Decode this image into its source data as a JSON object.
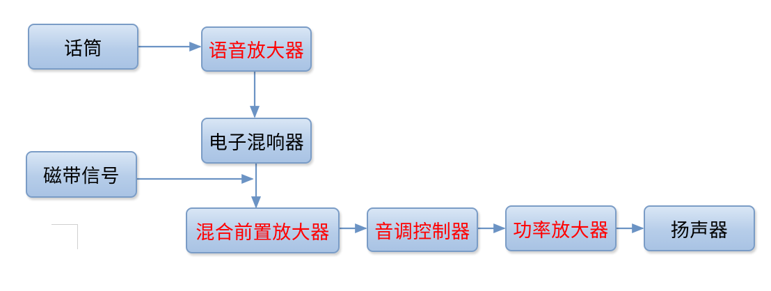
{
  "diagram": {
    "nodes": {
      "microphone": "话筒",
      "voice_amp": "语音放大器",
      "reverb": "电子混响器",
      "tape": "磁带信号",
      "mix_preamp": "混合前置放大器",
      "tone_control": "音调控制器",
      "power_amp": "功率放大器",
      "speaker": "扬声器"
    },
    "highlight_color": "#ff0000",
    "edges": [
      [
        "microphone",
        "voice_amp"
      ],
      [
        "voice_amp",
        "reverb"
      ],
      [
        "reverb",
        "mix_preamp"
      ],
      [
        "tape",
        "mix_preamp"
      ],
      [
        "mix_preamp",
        "tone_control"
      ],
      [
        "tone_control",
        "power_amp"
      ],
      [
        "power_amp",
        "speaker"
      ]
    ]
  }
}
